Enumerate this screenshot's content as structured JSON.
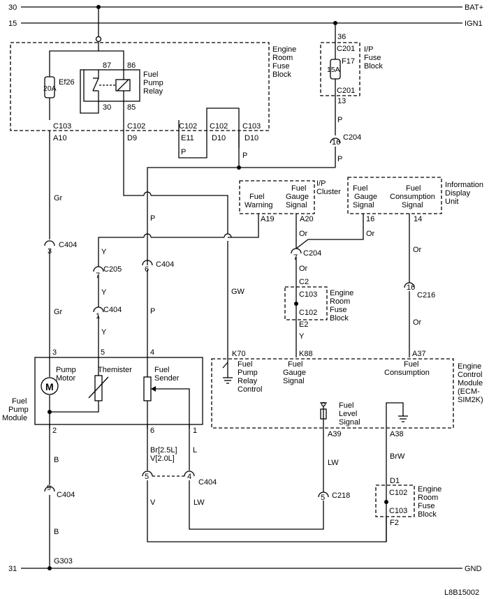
{
  "rails": {
    "bat_num": "30",
    "bat_label": "BAT+",
    "ign_num": "15",
    "ign_label": "IGN1",
    "gnd_num": "31",
    "gnd_label": "GND"
  },
  "engine_fuse_block_top": {
    "title": [
      "Engine",
      "Room",
      "Fuse",
      "Block"
    ],
    "fuse_name": "Ef26",
    "fuse_rating": "20A",
    "relay_name": [
      "Fuel",
      "Pump",
      "Relay"
    ],
    "relay_pins": {
      "p87": "87",
      "p86": "86",
      "p30": "30",
      "p85": "85"
    },
    "connectors": [
      {
        "name": "C103",
        "pin": "A10"
      },
      {
        "name": "C102",
        "pin": "D9"
      },
      {
        "name": "C102",
        "pin": "E11"
      },
      {
        "name": "C102",
        "pin": "D10"
      },
      {
        "name": "C103",
        "pin": "D10"
      }
    ]
  },
  "ip_fuse_block": {
    "title": [
      "I/P",
      "Fuse",
      "Block"
    ],
    "pin_top": "36",
    "conn_top": "C201",
    "fuse_name": "F17",
    "fuse_rating": "15A",
    "conn_bottom": "C201",
    "pin_bottom": "13"
  },
  "wire_colors": {
    "p1": "P",
    "p2": "P",
    "p3": "P",
    "p4": "P",
    "p5": "P",
    "p6": "P",
    "gr1": "Gr",
    "gr2": "Gr",
    "y1": "Y",
    "y2": "Y",
    "y3": "Y",
    "gw": "GW",
    "or1": "Or",
    "or2": "Or",
    "or3": "Or",
    "or4": "Or",
    "y4": "Y",
    "b1": "B",
    "b2": "B",
    "br": "Br[2.5L]",
    "v20": "V[2.0L]",
    "l": "L",
    "v": "V",
    "lw1": "LW",
    "lw2": "LW",
    "brw": "BrW"
  },
  "inline_connectors": {
    "c204_top": {
      "name": "C204",
      "pin": "16"
    },
    "c404_a": {
      "name": "C404",
      "pin": "3"
    },
    "c205": {
      "name": "C205",
      "pin": "7"
    },
    "c404_b": {
      "name": "C404",
      "pin": "1"
    },
    "c404_c": {
      "name": "C404",
      "pin": "6"
    },
    "c204_mid": {
      "name": "C204",
      "pin": "7"
    },
    "c216": {
      "name": "C216",
      "pin": "16"
    },
    "c404_d": {
      "name": "C404",
      "pin": "9"
    },
    "c404_e": {
      "name": "C404",
      "pin": "4",
      "pin_left": "5"
    },
    "c218": {
      "name": "C218",
      "pin": "5"
    }
  },
  "ip_cluster": {
    "title": [
      "I/P",
      "Cluster"
    ],
    "left": [
      "Fuel",
      "Warning"
    ],
    "right": [
      "Fuel",
      "Gauge",
      "Signal"
    ],
    "pin_left": "A19",
    "pin_right": "A20"
  },
  "info_display": {
    "title": [
      "Information",
      "Display",
      "Unit"
    ],
    "left": [
      "Fuel",
      "Gauge",
      "Signal"
    ],
    "right": [
      "Fuel",
      "Consumption",
      "Signal"
    ],
    "pin_left": "16",
    "pin_right": "14"
  },
  "engine_fuse_block_mid": {
    "title": [
      "Engine",
      "Room",
      "Fuse",
      "Block"
    ],
    "c2": "C2",
    "conn_top": "C103",
    "conn_bottom": "C102",
    "e2": "E2"
  },
  "engine_fuse_block_low": {
    "title": [
      "Engine",
      "Room",
      "Fuse",
      "Block"
    ],
    "d1": "D1",
    "conn_top": "C102",
    "conn_bottom": "C103",
    "f2": "F2"
  },
  "fuel_pump_module": {
    "title": [
      "Fuel",
      "Pump",
      "Module"
    ],
    "pins_top": [
      "3",
      "5",
      "4"
    ],
    "pins_bottom": [
      "2",
      "6",
      "1"
    ],
    "pump": [
      "Pump",
      "Motor"
    ],
    "motor_symbol": "M",
    "themister": "Themister",
    "sender": [
      "Fuel",
      "Sender"
    ]
  },
  "ecm": {
    "title": [
      "Engine",
      "Control",
      "Module",
      "(ECM-",
      "SIM2K)"
    ],
    "relay_ctrl": [
      "Fuel",
      "Pump",
      "Relay",
      "Control"
    ],
    "gauge": [
      "Fuel",
      "Gauge",
      "Signal"
    ],
    "consumption": [
      "Fuel",
      "Consumption"
    ],
    "level": [
      "Fuel",
      "Level",
      "Signal"
    ],
    "pins_top": [
      "K70",
      "K88",
      "A37"
    ],
    "pins_bottom": [
      "A39",
      "A38"
    ]
  },
  "ground": {
    "name": "G303"
  },
  "diagram_code": "L8B15002"
}
